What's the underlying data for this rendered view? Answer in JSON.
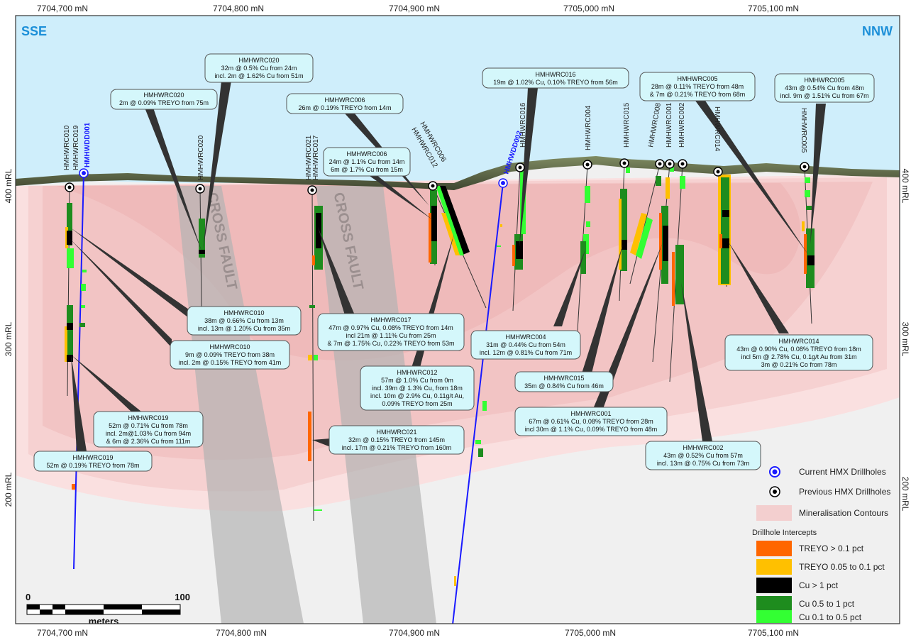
{
  "orientation": {
    "left": "SSE",
    "right": "NNW"
  },
  "northings_top": [
    "7704,700 mN",
    "7704,800 mN",
    "7704,900 mN",
    "7705,000 mN",
    "7705,100 mN"
  ],
  "northings_bottom": [
    "7704,700 mN",
    "7704,800 mN",
    "7704,900 mN",
    "7705,000 mN",
    "7705,100 mN"
  ],
  "rl_left": [
    "400 mRL",
    "300 mRL",
    "200 mRL"
  ],
  "rl_right": [
    "400 mRL",
    "300 mRL",
    "200 mRL"
  ],
  "fault_label": "CROSS FAULT",
  "hole_labels": [
    {
      "text": "HMHWRC010",
      "current": false
    },
    {
      "text": "HMHWRC019",
      "current": false
    },
    {
      "text": "HMHWDD001",
      "current": true
    },
    {
      "text": "HMHWRC020",
      "current": false
    },
    {
      "text": "HMHWRC021",
      "current": false
    },
    {
      "text": "HMHWRC017",
      "current": false
    },
    {
      "text": "HMHWRC012",
      "current": false
    },
    {
      "text": "HMHWRC006",
      "current": false
    },
    {
      "text": "HMHWDD002",
      "current": true
    },
    {
      "text": "HMHWRC016",
      "current": false
    },
    {
      "text": "HMHWRC004",
      "current": false
    },
    {
      "text": "HMHWRC015",
      "current": false
    },
    {
      "text": "HMHWRC008",
      "current": false
    },
    {
      "text": "HMHWRC001",
      "current": false
    },
    {
      "text": "HMHWRC002",
      "current": false
    },
    {
      "text": "HMHWRC014",
      "current": false
    },
    {
      "text": "HMHWRC005",
      "current": false
    }
  ],
  "callouts": [
    {
      "title": "HMHWRC020",
      "lines": [
        "32m @ 0.5% Cu from 24m",
        "incl. 2m @ 1.62% Cu from 51m"
      ]
    },
    {
      "title": "HMHWRC020",
      "lines": [
        "2m @ 0.09% TREYO from 75m"
      ]
    },
    {
      "title": "HMHWRC006",
      "lines": [
        "26m @ 0.19% TREYO from 14m"
      ]
    },
    {
      "title": "HMHWRC006",
      "lines": [
        "24m @ 1.1% Cu from 14m",
        "6m @ 1.7% Cu from 15m"
      ]
    },
    {
      "title": "HMHWRC016",
      "lines": [
        "19m @ 1.02% Cu, 0.10% TREYO from 56m"
      ]
    },
    {
      "title": "HMHWRC005",
      "lines": [
        "28m @ 0.11% TREYO from 48m",
        "& 7m @ 0.21% TREYO from 68m"
      ]
    },
    {
      "title": "HMHWRC005",
      "lines": [
        "43m @ 0.54% Cu from 48m",
        "incl. 9m @ 1.51% Cu from 67m"
      ]
    },
    {
      "title": "HMHWRC010",
      "lines": [
        "38m @ 0.66% Cu from 13m",
        "incl. 13m @ 1.20% Cu from 35m"
      ]
    },
    {
      "title": "HMHWRC010",
      "lines": [
        "9m @ 0.09% TREYO from 38m",
        "incl. 2m @ 0.15% TREYO from 41m"
      ]
    },
    {
      "title": "HMHWRC017",
      "lines": [
        "47m @ 0.97% Cu, 0.08% TREYO from 14m",
        "incl 21m @ 1.11% Cu from 25m",
        "& 7m @ 1.75% Cu, 0.22% TREYO from 53m"
      ]
    },
    {
      "title": "HMHWRC004",
      "lines": [
        "31m @ 0.44% Cu from 54m",
        "incl. 12m @ 0.81% Cu from 71m"
      ]
    },
    {
      "title": "HMHWRC014",
      "lines": [
        "43m @ 0.90% Cu, 0.08% TREYO from 18m",
        "incl 5m @ 2.78% Cu, 0.1g/t Au from 31m",
        "3m @ 0.21% Co from 78m"
      ]
    },
    {
      "title": "HMHWRC012",
      "lines": [
        "57m @ 1.0% Cu from 0m",
        "incl. 39m @ 1.3% Cu, from 18m",
        "incl. 10m @ 2.9% Cu, 0.11g/t Au,",
        "0.09% TREYO from 25m"
      ]
    },
    {
      "title": "HMHWRC015",
      "lines": [
        "35m @ 0.84% Cu from 46m"
      ]
    },
    {
      "title": "HMHWRC001",
      "lines": [
        "67m @ 0.61% Cu, 0.08% TREYO from 28m",
        "incl 30m @ 1.1% Cu, 0.09% TREYO from 48m"
      ]
    },
    {
      "title": "HMHWRC019",
      "lines": [
        "52m @ 0.71% Cu from 78m",
        "incl. 2m@1.03% Cu from 94m",
        "& 6m @ 2.36% Cu from 111m"
      ]
    },
    {
      "title": "HMHWRC021",
      "lines": [
        "32m @ 0.15% TREYO from 145m",
        "incl. 17m @ 0.21% TREYO from 160m"
      ]
    },
    {
      "title": "HMHWRC002",
      "lines": [
        "43m @ 0.52% Cu from 57m",
        "incl. 13m @ 0.75% Cu from 73m"
      ]
    },
    {
      "title": "HMHWRC019",
      "lines": [
        "52m @ 0.19% TREYO from 78m"
      ]
    }
  ],
  "legend": {
    "current": "Current HMX Drillholes",
    "previous": "Previous HMX Drillholes",
    "contours": "Mineralisation Contours",
    "intercepts_title": "Drillhole Intercepts",
    "items": [
      {
        "label": "TREYO > 0.1 pct",
        "color": "#ff6600"
      },
      {
        "label": "TREYO 0.05 to 0.1 pct",
        "color": "#ffc000"
      },
      {
        "label": "Cu > 1 pct",
        "color": "#000000"
      },
      {
        "label": "Cu 0.5 to 1 pct",
        "color": "#1e8c1e"
      },
      {
        "label": "Cu 0.1 to 0.5 pct",
        "color": "#33ff33"
      }
    ]
  },
  "scalebar": {
    "start": "0",
    "end": "100",
    "unit": "meters"
  },
  "colors": {
    "sky": "#cfeefb",
    "ground": "#f0f0f0",
    "mineralisation": "#f4c7c7",
    "fault": "#b4b4b4",
    "current_hole": "#1a1aff",
    "title_blue": "#1c8fd8"
  }
}
